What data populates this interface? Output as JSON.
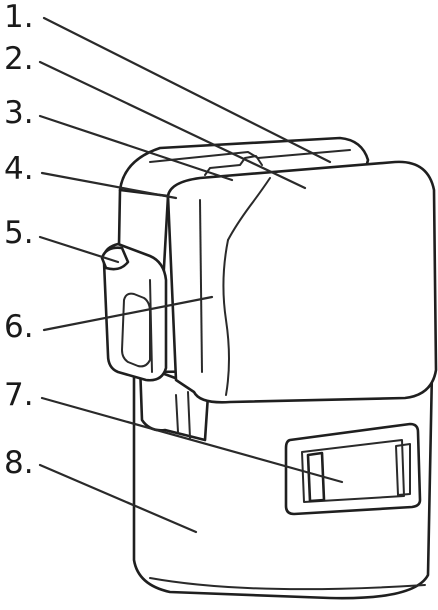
{
  "callouts": [
    {
      "label": "1."
    },
    {
      "label": "2."
    },
    {
      "label": "3."
    },
    {
      "label": "4."
    },
    {
      "label": "5."
    },
    {
      "label": "6."
    },
    {
      "label": "7."
    },
    {
      "label": "8."
    }
  ],
  "colors": {
    "ink": "#1f1f1f",
    "background": "#ffffff"
  }
}
